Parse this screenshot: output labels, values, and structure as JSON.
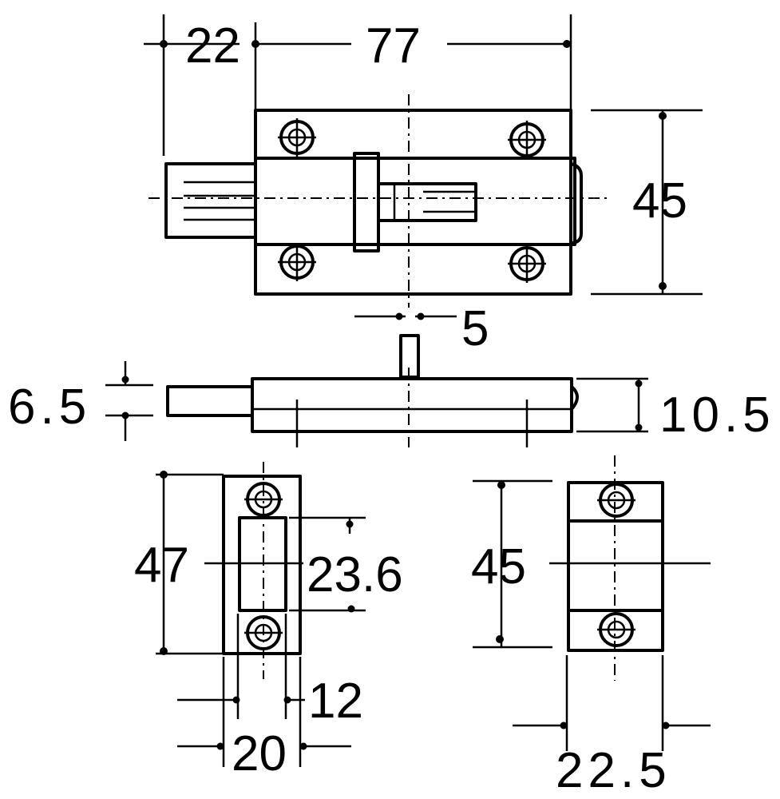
{
  "dimensions": {
    "top_left_offset": "22",
    "top_length": "77",
    "top_height": "45",
    "bolt_diameter": "5",
    "side_bolt_thickness": "6.5",
    "side_height": "10.5",
    "keeper_height": "47",
    "keeper_slot_height": "23.6",
    "keeper_slot_width": "12",
    "keeper_width": "20",
    "bracket_height": "45",
    "bracket_width": "22.5"
  }
}
